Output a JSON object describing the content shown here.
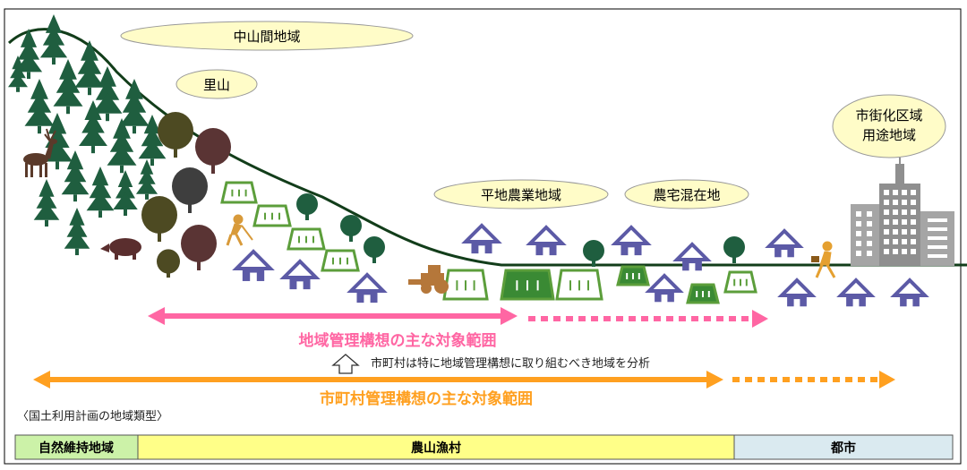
{
  "labels": {
    "chusankan": "中山間地域",
    "satoyama": "里山",
    "shigaika_1": "市街化区域",
    "shigaika_2": "用途地域",
    "heichi": "平地農業地域",
    "noutaku": "農宅混在地"
  },
  "arrows": {
    "regional_label": "地域管理構想の主な対象範囲",
    "municipal_label": "市町村管理構想の主な対象範囲",
    "note": "市町村は特に地域管理構想に取り組むべき地域を分析"
  },
  "classification": {
    "heading": "〈国土利用計画の地域類型〉",
    "segments": [
      {
        "label": "自然維持地域",
        "color": "#ccf2a8"
      },
      {
        "label": "農山漁村",
        "color": "#ffff88"
      },
      {
        "label": "都市",
        "color": "#daeaf0"
      }
    ]
  },
  "colors": {
    "pine": "#1f5e3f",
    "house": "#5c5aa6",
    "field": "#5c9e3b",
    "regional_arrow": "#ff66a3",
    "municipal_arrow": "#ffa020",
    "oval": "#fffcc8"
  }
}
